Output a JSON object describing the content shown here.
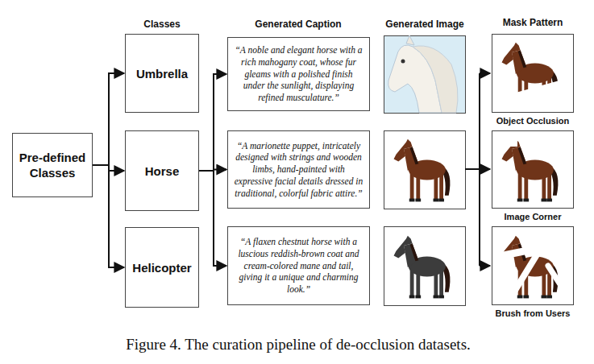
{
  "diagram": {
    "caption": "Figure 4. The curation pipeline of de-occlusion datasets.",
    "nodes": [
      {
        "text": [
          "Pre-defined Classes"
        ]
      },
      {
        "text": [
          "Umbrella"
        ]
      },
      {
        "text": [
          "Horse"
        ]
      },
      {
        "text": [
          "Helicopter"
        ]
      },
      {
        "text": [
          "“A noble and elegant horse with a rich mahogany coat, whose fur gleams with a polished finish under the sunlight, displaying refined musculature.”"
        ]
      },
      {
        "text": [
          "“A marionette puppet, intricately designed with strings and wooden limbs, hand-painted with expressive facial details dressed in traditional, colorful fabric attire.”"
        ]
      },
      {
        "text": [
          "“A flaxen chestnut horse with a luscious reddish-brown coat and cream-colored mane and tail, giving it a unique and charming look.”"
        ]
      },
      {
        "text": [
          "Object Occlusion"
        ]
      },
      {
        "text": [
          "Image Corner"
        ]
      },
      {
        "text": [
          "Brush from Users"
        ]
      }
    ],
    "edges": [
      {
        "from": 0,
        "to": 1,
        "arrow": "to"
      },
      {
        "from": 0,
        "to": 2,
        "arrow": "to"
      },
      {
        "from": 0,
        "to": 3,
        "arrow": "to"
      },
      {
        "from": 2,
        "to": 4,
        "arrow": "to"
      },
      {
        "from": 2,
        "to": 5,
        "arrow": "to"
      },
      {
        "from": 2,
        "to": 6,
        "arrow": "to"
      }
    ],
    "labels": [
      "Classes",
      "Generated Caption",
      "Generated Image",
      "Mask Pattern"
    ]
  }
}
